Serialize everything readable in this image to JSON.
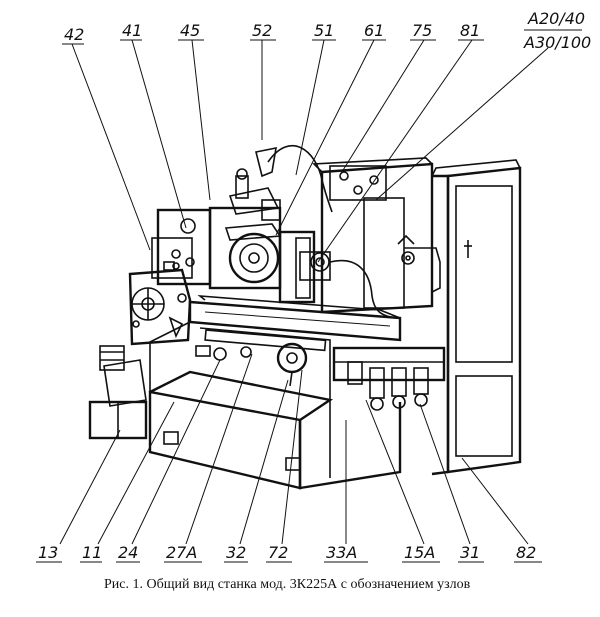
{
  "figure": {
    "callouts_top": [
      "42",
      "41",
      "45",
      "52",
      "51",
      "61",
      "75",
      "81"
    ],
    "callout_top_right": [
      "A20/40",
      "A30/100"
    ],
    "callouts_bottom": [
      "13",
      "11",
      "24",
      "27A",
      "32",
      "72",
      "33A",
      "15A",
      "31",
      "82"
    ],
    "caption": "Рис. 1. Общий вид станка мод. 3К225А с обозначением узлов"
  }
}
